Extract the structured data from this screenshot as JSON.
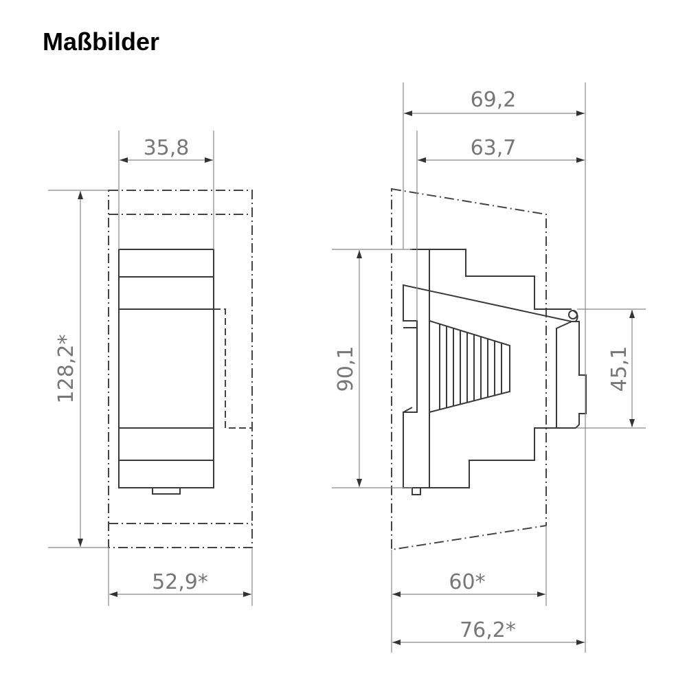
{
  "title": "Maßbilder",
  "dimensions": {
    "front_width": "35,8",
    "front_height": "128,2*",
    "front_depth_envelope": "52,9*",
    "side_total_depth": "69,2",
    "side_body_depth": "63,7",
    "side_height": "90,1",
    "rail_height": "45,1",
    "side_envelope_inner": "60*",
    "side_envelope_outer": "76,2*"
  }
}
